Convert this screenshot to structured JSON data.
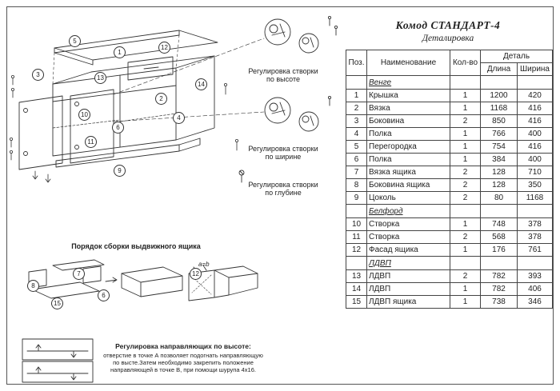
{
  "sheet": {
    "title": "Комод СТАНДАРТ-4",
    "subtitle": "Деталировка"
  },
  "table": {
    "headers": {
      "pos": "Поз.",
      "name": "Наименование",
      "qty": "Кол-во",
      "detail": "Деталь",
      "length": "Длина",
      "width": "Ширина"
    },
    "sections": [
      {
        "label": "Венге",
        "rows": [
          {
            "pos": "1",
            "name": "Крышка",
            "qty": "1",
            "length": "1200",
            "width": "420"
          },
          {
            "pos": "2",
            "name": "Вязка",
            "qty": "1",
            "length": "1168",
            "width": "416"
          },
          {
            "pos": "3",
            "name": "Боковина",
            "qty": "2",
            "length": "850",
            "width": "416"
          },
          {
            "pos": "4",
            "name": "Полка",
            "qty": "1",
            "length": "766",
            "width": "400"
          },
          {
            "pos": "5",
            "name": "Перегородка",
            "qty": "1",
            "length": "754",
            "width": "416"
          },
          {
            "pos": "6",
            "name": "Полка",
            "qty": "1",
            "length": "384",
            "width": "400"
          },
          {
            "pos": "7",
            "name": "Вязка ящика",
            "qty": "2",
            "length": "128",
            "width": "710"
          },
          {
            "pos": "8",
            "name": "Боковина ящика",
            "qty": "2",
            "length": "128",
            "width": "350"
          },
          {
            "pos": "9",
            "name": "Цоколь",
            "qty": "2",
            "length": "80",
            "width": "1168"
          }
        ]
      },
      {
        "label": "Белфорд",
        "rows": [
          {
            "pos": "10",
            "name": "Створка",
            "qty": "1",
            "length": "748",
            "width": "378"
          },
          {
            "pos": "11",
            "name": "Створка",
            "qty": "2",
            "length": "568",
            "width": "378"
          },
          {
            "pos": "12",
            "name": "Фасад ящика",
            "qty": "1",
            "length": "176",
            "width": "761"
          }
        ]
      },
      {
        "label": "ЛДВП",
        "rows": [
          {
            "pos": "13",
            "name": "ЛДВП",
            "qty": "2",
            "length": "782",
            "width": "393"
          },
          {
            "pos": "14",
            "name": "ЛДВП",
            "qty": "1",
            "length": "782",
            "width": "406"
          },
          {
            "pos": "15",
            "name": "ЛДВП ящика",
            "qty": "1",
            "length": "738",
            "width": "346"
          }
        ]
      }
    ]
  },
  "diagram": {
    "adjustments": [
      "Регулировка створки по высоте",
      "Регулировка створки по ширине",
      "Регулировка створки по глубине"
    ],
    "drawer_title": "Порядок сборки выдвижного ящика",
    "drawer_note": "a=b",
    "callouts": {
      "main": [
        "5",
        "1",
        "12",
        "3",
        "13",
        "14",
        "2",
        "10",
        "4",
        "6",
        "11",
        "9"
      ],
      "drawer": [
        "8",
        "7",
        "15",
        "6",
        "12"
      ]
    },
    "note": {
      "title": "Регулировка направляющих по высоте:",
      "line1": "отверстие в точке А позволяет подогнать направляющую",
      "line2": "по высте.Затем необходимо закрепить положение",
      "line3": "направляющей в точке В, при помощи шурупа 4х16."
    }
  }
}
